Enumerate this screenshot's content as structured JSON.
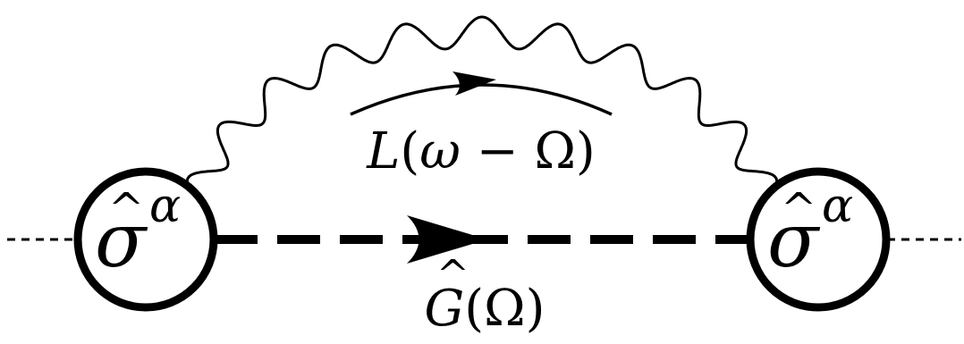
{
  "diagram": {
    "vertex_left": {
      "base": "σ",
      "hat": "^",
      "superscript": "α"
    },
    "vertex_right": {
      "base": "σ",
      "hat": "^",
      "superscript": "α"
    },
    "wavy_label": {
      "func": "L",
      "open": "(",
      "var1": "ω",
      "op": " − ",
      "var2": "Ω",
      "close": ")"
    },
    "dashed_label": {
      "func": "G",
      "hat": "^",
      "open": "(",
      "var": "Ω",
      "close": ")"
    }
  },
  "colors": {
    "stroke": "#000000",
    "background": "#ffffff"
  }
}
